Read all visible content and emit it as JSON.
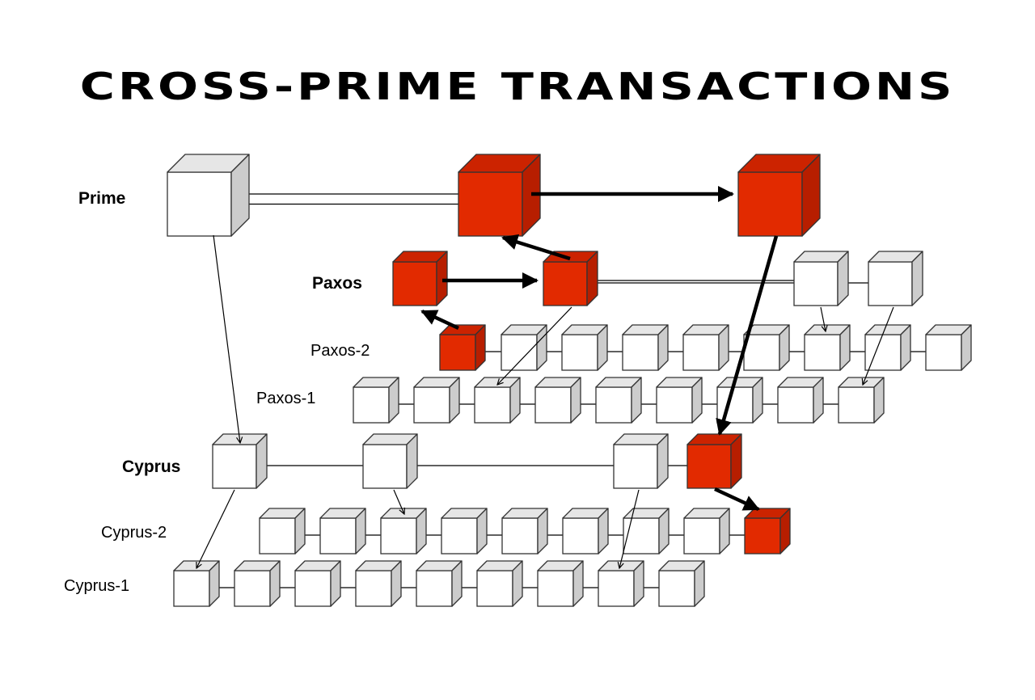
{
  "title": "CROSS-PRIME TRANSACTIONS",
  "colors": {
    "white_front": "#ffffff",
    "white_top": "#e6e6e6",
    "white_side": "#cccccc",
    "red_front": "#e22a00",
    "red_top": "#cc2300",
    "red_side": "#b71e00",
    "edge": "#333333",
    "arrow": "#000000"
  },
  "labels": {
    "prime": "Prime",
    "paxos": "Paxos",
    "paxos_2": "Paxos-2",
    "paxos_1": "Paxos-1",
    "cyprus": "Cyprus",
    "cyprus_2": "Cyprus-2",
    "cyprus_1": "Cyprus-1"
  },
  "chains": [
    {
      "id": "prime",
      "label_key": "prime",
      "level": "prime",
      "blocks": 3,
      "highlighted": [
        1,
        2
      ]
    },
    {
      "id": "paxos",
      "label_key": "paxos",
      "level": "region",
      "blocks": 4,
      "highlighted": [
        0,
        1
      ]
    },
    {
      "id": "paxos-2",
      "label_key": "paxos_2",
      "level": "zone",
      "blocks": 9,
      "highlighted": [
        0
      ]
    },
    {
      "id": "paxos-1",
      "label_key": "paxos_1",
      "level": "zone",
      "blocks": 9,
      "highlighted": []
    },
    {
      "id": "cyprus",
      "label_key": "cyprus",
      "level": "region",
      "blocks": 4,
      "highlighted": [
        3
      ]
    },
    {
      "id": "cyprus-2",
      "label_key": "cyprus_2",
      "level": "zone",
      "blocks": 9,
      "highlighted": [
        8
      ]
    },
    {
      "id": "cyprus-1",
      "label_key": "cyprus_1",
      "level": "zone",
      "blocks": 9,
      "highlighted": []
    }
  ],
  "transaction_flow": [
    {
      "from": "paxos-2:0",
      "to": "paxos:0"
    },
    {
      "from": "paxos:0",
      "to": "paxos:1"
    },
    {
      "from": "paxos:1",
      "to": "prime:1"
    },
    {
      "from": "prime:1",
      "to": "prime:2"
    },
    {
      "from": "prime:2",
      "to": "cyprus:3"
    },
    {
      "from": "cyprus:3",
      "to": "cyprus-2:8"
    }
  ]
}
